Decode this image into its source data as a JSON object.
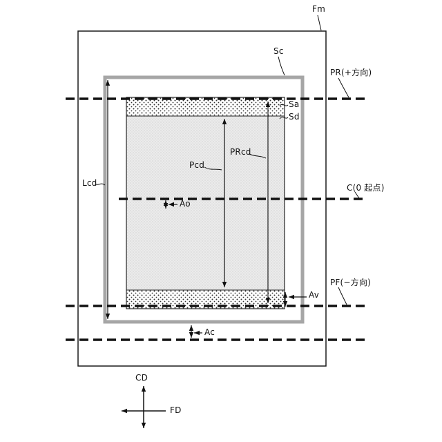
{
  "figure": {
    "type": "patent-style technical diagram of a film/screen layout with print region dimensions",
    "labels": {
      "fm": "Fm",
      "sc": "Sc",
      "pr_direction": "PR(+方向)",
      "sa": "Sa",
      "sd": "Sd",
      "prcd": "PRcd",
      "pcd": "Pcd",
      "lcd": "Lcd",
      "c_origin": "C(0 起点)",
      "ao": "Ao",
      "pf_direction": "PF(−方向)",
      "av": "Av",
      "ac": "Ac",
      "cd_axis": "CD",
      "fd_axis": "FD"
    },
    "colors": {
      "line": "#111111",
      "screen_border_gray": "#a6a6a6",
      "stipple_dark_dot": "#333333",
      "inner_fill_light": "#ebebeb",
      "inner_fill_dot": "#b8b8b8"
    }
  }
}
